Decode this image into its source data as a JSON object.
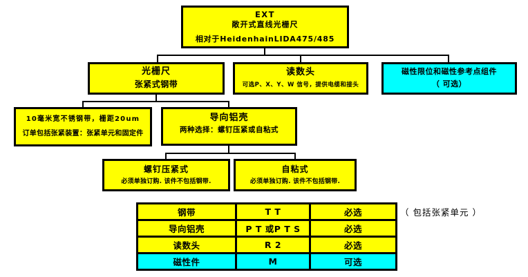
{
  "colors": {
    "box_yellow": "#ffff00",
    "box_cyan": "#00ffff",
    "line_black": "#000000"
  },
  "boxes": {
    "root": {
      "title": "EXT",
      "subtitle": "敞开式直线光栅尺",
      "note": "相对于HeidenhainLIDA475/485"
    },
    "scale": {
      "title": "光栅尺",
      "subtitle": "张紧式钢带"
    },
    "readhead": {
      "title": "读数头",
      "subtitle": "可选P、X、Y、W 信号，提供电缆和接头"
    },
    "magnetic": {
      "title": "磁性限位和磁性参考点组件",
      "subtitle": "（ 可选）"
    },
    "steel_band": {
      "line1": "10毫米宽不锈钢带，栅距20um",
      "line2": "订单包括张紧装置：张紧单元和固定件"
    },
    "housing": {
      "title": "导向铝壳",
      "subtitle": "两种选择：螺钉压紧或自粘式"
    },
    "screw": {
      "title": "螺钉压紧式",
      "subtitle": "必须单独订购. 该件不包括钢带."
    },
    "adhesive": {
      "title": "自粘式",
      "subtitle": "必须单独订购. 该件不包括钢带."
    }
  },
  "table": {
    "rows": [
      {
        "cells": [
          "钢带",
          "T T",
          "必选"
        ]
      },
      {
        "cells": [
          "导向铝壳",
          "P T 或P T S",
          "必选"
        ]
      },
      {
        "cells": [
          "读数头",
          "R 2",
          "必选"
        ]
      },
      {
        "cells": [
          "磁性件",
          "M",
          "可选"
        ]
      }
    ]
  },
  "side_note": "（ 包括张紧单元  ）"
}
